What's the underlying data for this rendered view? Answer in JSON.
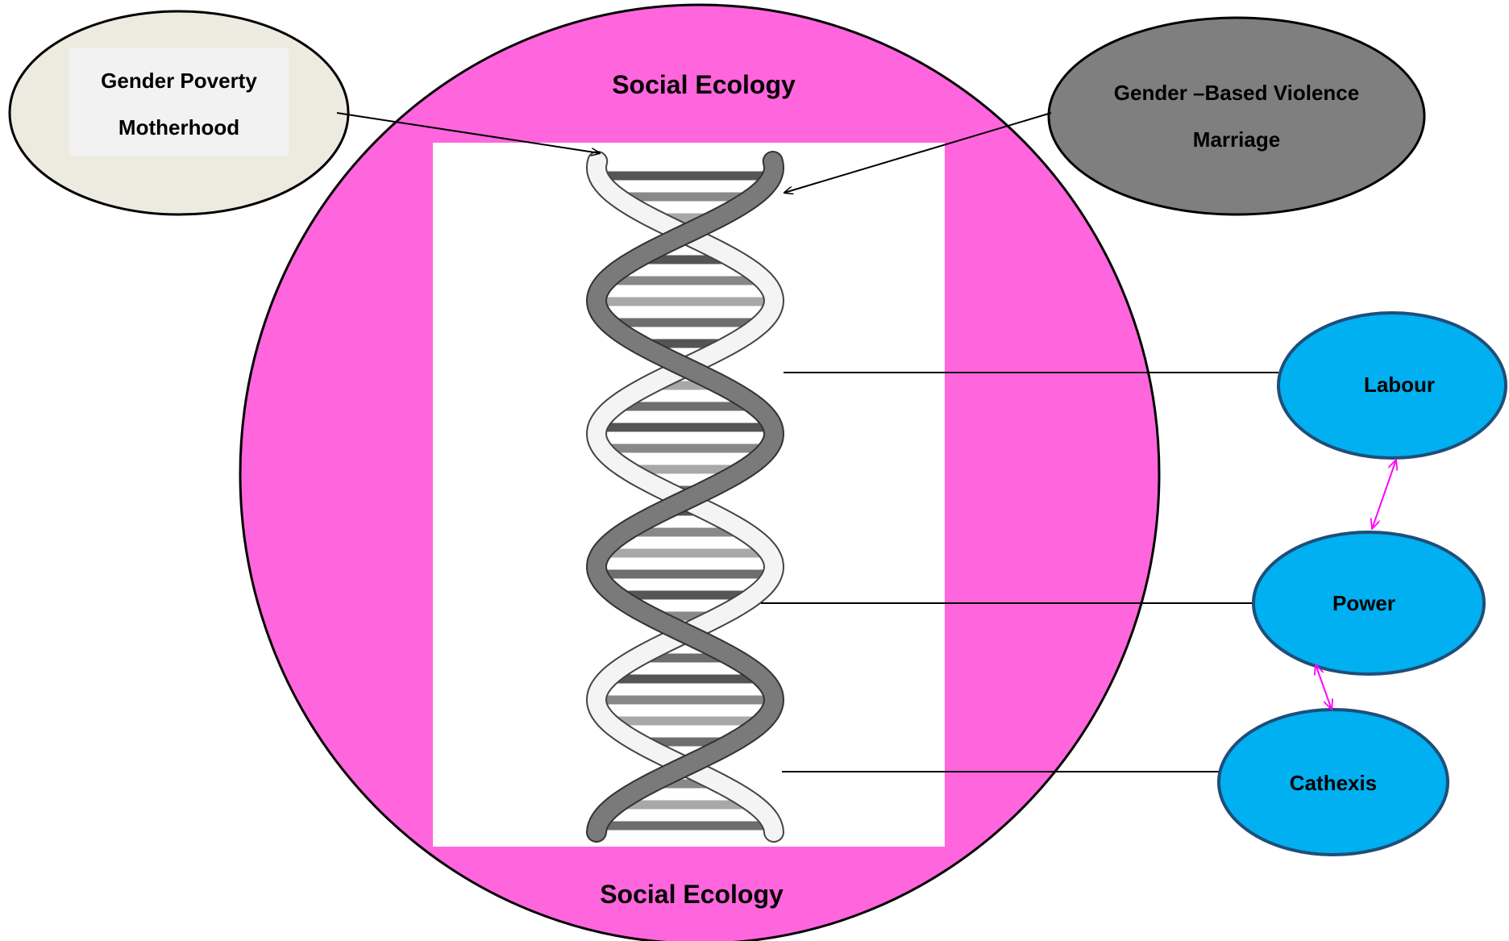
{
  "circle": {
    "top_label": "Social Ecology",
    "bottom_label": "Social Ecology",
    "fill": "#ff66dd"
  },
  "nodes": {
    "left": {
      "line1": "Gender Poverty",
      "line2": "Motherhood",
      "fill": "#edebe0"
    },
    "right": {
      "line1": "Gender –Based Violence",
      "line2": "Marriage",
      "fill": "#7f7f7f"
    },
    "labour": {
      "label": "Labour",
      "fill": "#00b0f0"
    },
    "power": {
      "label": "Power",
      "fill": "#00b0f0"
    },
    "cathexis": {
      "label": "Cathexis",
      "fill": "#00b0f0"
    }
  },
  "icons": {
    "center": "dna-double-helix-icon"
  },
  "colors": {
    "bidirectional_arrow": "#ff00ff",
    "connector": "#000000",
    "blue_border": "#1f4e79"
  }
}
